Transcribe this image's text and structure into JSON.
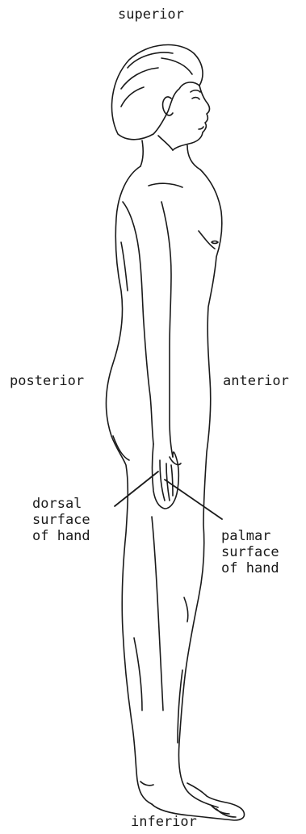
{
  "diagram": {
    "labels": {
      "superior": "superior",
      "inferior": "inferior",
      "posterior": "posterior",
      "anterior": "anterior",
      "dorsal": [
        "dorsal",
        "surface",
        "of hand"
      ],
      "palmar": [
        "palmar",
        "surface",
        "of hand"
      ]
    },
    "colors": {
      "line": "#1a1a1a",
      "background": "#ffffff"
    }
  }
}
